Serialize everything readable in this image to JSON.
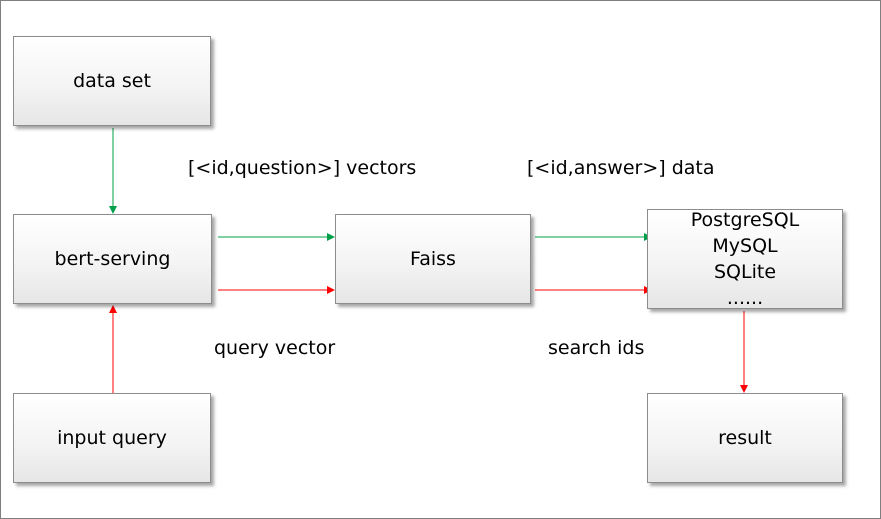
{
  "nodes": {
    "dataset": "data set",
    "bert": "bert-serving",
    "input": "input query",
    "faiss": "Faiss",
    "result": "result",
    "databases": [
      "PostgreSQL",
      "MySQL",
      "SQLite",
      "......"
    ]
  },
  "labels": {
    "question_vectors": "[<id,question>] vectors",
    "answer_data": "[<id,answer>] data",
    "query_vector": "query vector",
    "search_ids": "search ids"
  },
  "colors": {
    "indexing_flow": "#00a04a",
    "query_flow": "#ff0000"
  }
}
